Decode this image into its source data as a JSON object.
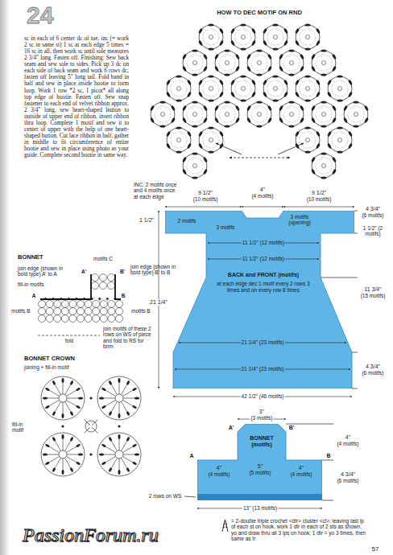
{
  "diagram": {
    "nodes": [
      {
        "text": [
          "BACK and FRONT (motifs)",
          "at each edge dec 1 motif every 2 rows 3 times and on every row 8 times"
        ]
      },
      {
        "text": [
          "BONNET (motifs)"
        ]
      }
    ],
    "labels": [
      "24",
      "sc in each of 6 center dc of toe, inc (= work 2 sc in same st) 1 sc at each edge 5 times = 16 sc in all, then work sc until sole measures 2 3/4\" long. Fasten off. Finishing: Sew back seam and sew sole to sides. Pick up 3 dc on each side of back seam and work 6 rows dc; fasten off leaving 5\" long tail. Fold band in half and sew in place inside bootie to form loop. Work 1 row *2 sc, 1 picot* all along top edge of bootie. Fasten off. Sew snap fastener to each end of velvet ribbon approx. 2 3/4\" long, sew heart-shaped button to outside of upper end of ribbon, insert ribbon thru loop. Complete 1 motif and sew it to center of upper with the help of one heart-shaped button. Cut lace ribbon in half, gather in middle to fit circumference of entire bootie and sew in place using photo as your guide. Complete second bootie in same way.",
      "HOW TO DEC MOTIF ON RND",
      "INC: 2 motifs once and 4 motifs once at each edge",
      "4\"",
      "(4 motifs)",
      "9 1/2\"",
      "(10 motifs)",
      "9 1/2\"",
      "(10 motifs)",
      "1 1/2\"",
      "2 motifs",
      "3 motifs",
      "3 motifs (opening)",
      "11 1/2\" (12 motifs)",
      "11 1/2\" (12 motifs)",
      "4 3/4\"",
      "(6 motifs)",
      "1 1/2\" (2 motifs)",
      "21 1/4\"",
      "11 3/4\"",
      "(15 motifs)",
      "21 1/4\" (23 motifs)",
      "21 1/4\" (23 motifs)",
      "4 3/4\"",
      "(6 motifs)",
      "42 1/2\" (46 motifs)",
      "3\"",
      "(3 motifs)",
      "A'",
      "B'",
      "4\"",
      "(4 motifs)",
      "A",
      "B",
      "4\"",
      "(4 motifs)",
      "5\"",
      "(5 motifs)",
      "4\"",
      "(4 motifs)",
      "4 3/4\"",
      "(6 motifs)",
      "2 rows on WS",
      "13\" (13 motifs)",
      "BONNET",
      "motifs C",
      "join edge (shown in bold type) A' to A",
      "A'",
      "B'",
      "join edge (shown in bold type) B' to B",
      "fill-in motifs",
      "A",
      "B",
      "motifs B",
      "motifs B",
      "join motifs of these 2 rows on WS of piece and fold to RS for brim",
      "fold",
      "BONNET CROWN",
      "joining + fill-in motif",
      "fill-in motif",
      "57",
      "PassionForum.ru"
    ],
    "legend": [
      {
        "text": "= 2-double triple crochet <dtr> cluster <cl>: leaving last lp of each st on hook, work 1 dtr in each of 2 sts as shown, yo and draw thru all 3 lps on hook; 1 dtr = yo 3 times, then same as tr"
      }
    ]
  }
}
